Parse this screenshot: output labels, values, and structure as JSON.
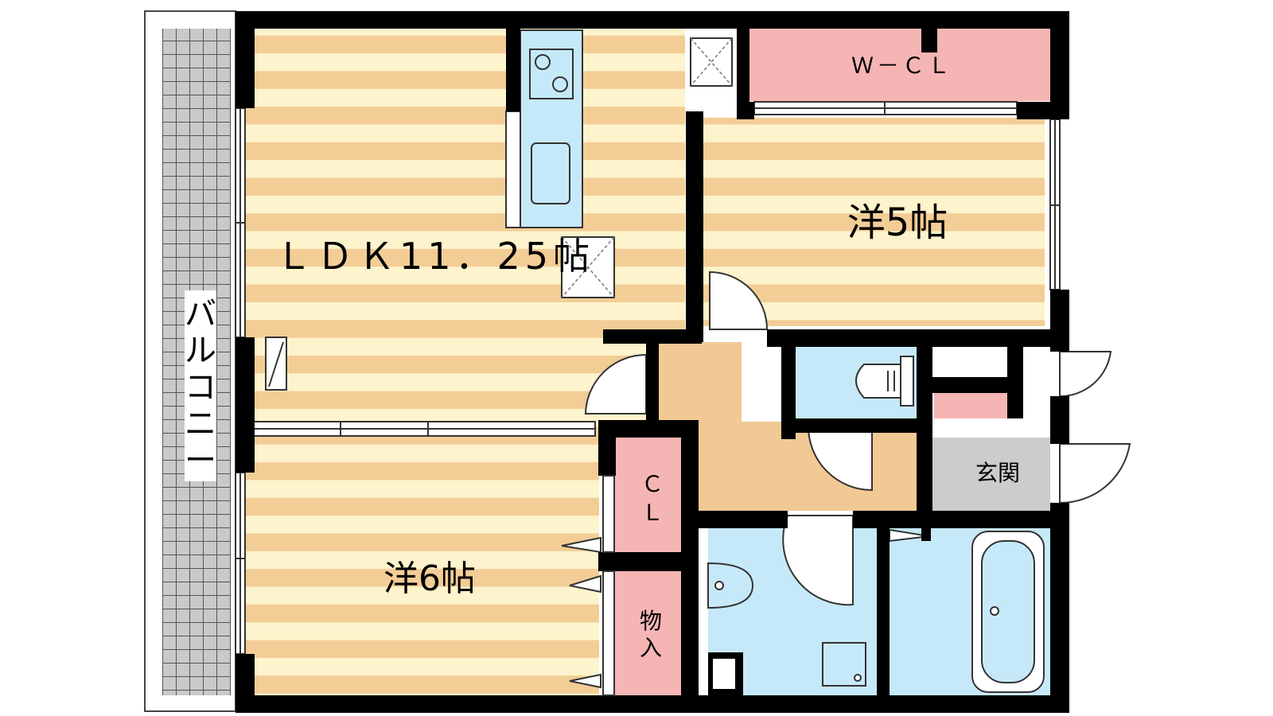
{
  "plan": {
    "balcony_label_chars": [
      "バ",
      "ル",
      "コ",
      "ニ",
      "ー"
    ],
    "rooms": {
      "ldk": "ＬＤＫ11．25帖",
      "western_5": "洋5帖",
      "western_6": "洋6帖",
      "wcl": "Ｗ－ＣＬ",
      "entrance": "玄関",
      "cl_chars": [
        "Ｃ",
        "Ｌ"
      ],
      "storage_chars": [
        "物",
        "入"
      ]
    },
    "colors": {
      "wall": "#000000",
      "floor_stripe_a": "#f3cd96",
      "floor_stripe_b": "#fdf3cc",
      "hall_floor": "#f2c994",
      "storage_pink": "#f6b5b5",
      "wet_blue": "#c6e9f9",
      "entrance_gray": "#cccccc",
      "balcony_gray": "#c9c9c9"
    }
  }
}
